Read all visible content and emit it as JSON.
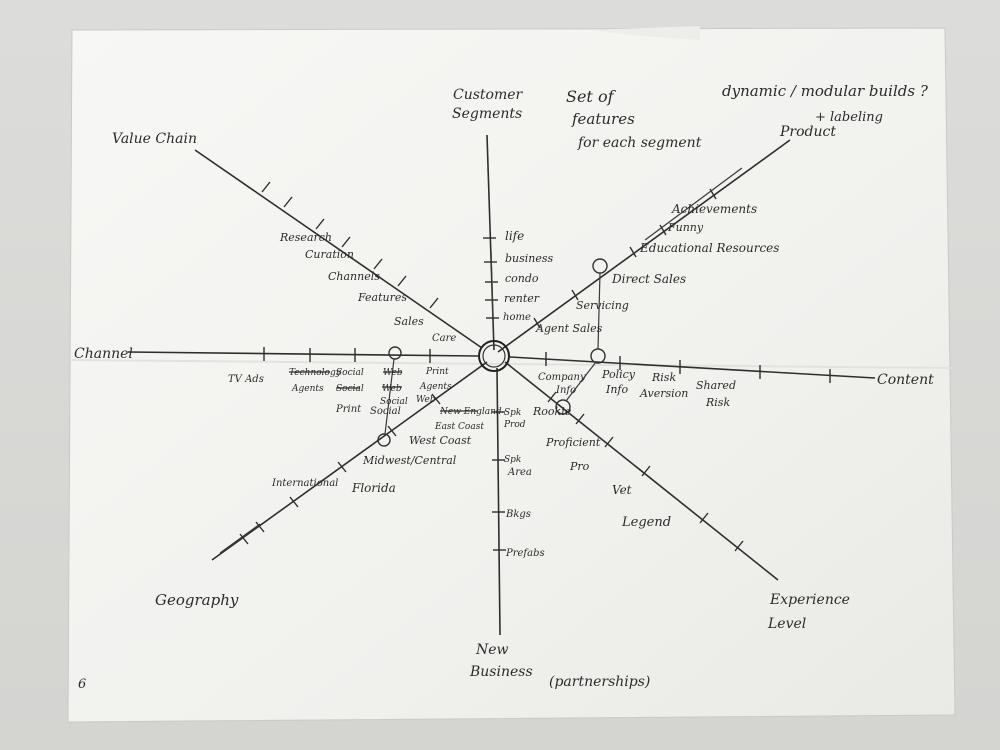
{
  "axes": {
    "customer_segments": "Customer Segments",
    "product": "Product",
    "content": "Content",
    "experience_level": "Experience Level",
    "new_business": "New Business",
    "partnerships": "(partnerships)",
    "geography": "Geography",
    "channel": "Channel",
    "value_chain": "Value Chain"
  },
  "notes": {
    "set_of_features": [
      "Set of",
      "features",
      "for each segment"
    ],
    "dynamic_builds": "dynamic / modular builds ?",
    "labeling": "+ labeling",
    "page_number": "6"
  },
  "customer_segment_items": [
    "life",
    "business",
    "condo",
    "renter",
    "home"
  ],
  "product_items": [
    "Achievements",
    "Funny",
    "Educational Resources",
    "Direct Sales",
    "Servicing",
    "Agent Sales"
  ],
  "content_items": [
    "Company Info",
    "Policy Info",
    "Risk Aversion",
    "Shared Risk"
  ],
  "experience_items": [
    "Rookie",
    "Proficient",
    "Pro",
    "Vet",
    "Legend"
  ],
  "new_business_items": [
    "Spk Prod",
    "Spk Area",
    "Bkgs",
    "Prefabs"
  ],
  "geography_items": [
    "New England",
    "East Coast",
    "West Coast",
    "Midwest/Central",
    "Florida",
    "International"
  ],
  "channel_items": [
    "TV Ads",
    "Technology",
    "Social",
    "Web",
    "Print",
    "Agents",
    "Social",
    "Web",
    "Agents",
    "Social",
    "Print",
    "Social",
    "Web"
  ],
  "value_chain_items": [
    "Research",
    "Curation",
    "Channels",
    "Features",
    "Sales",
    "Care"
  ]
}
